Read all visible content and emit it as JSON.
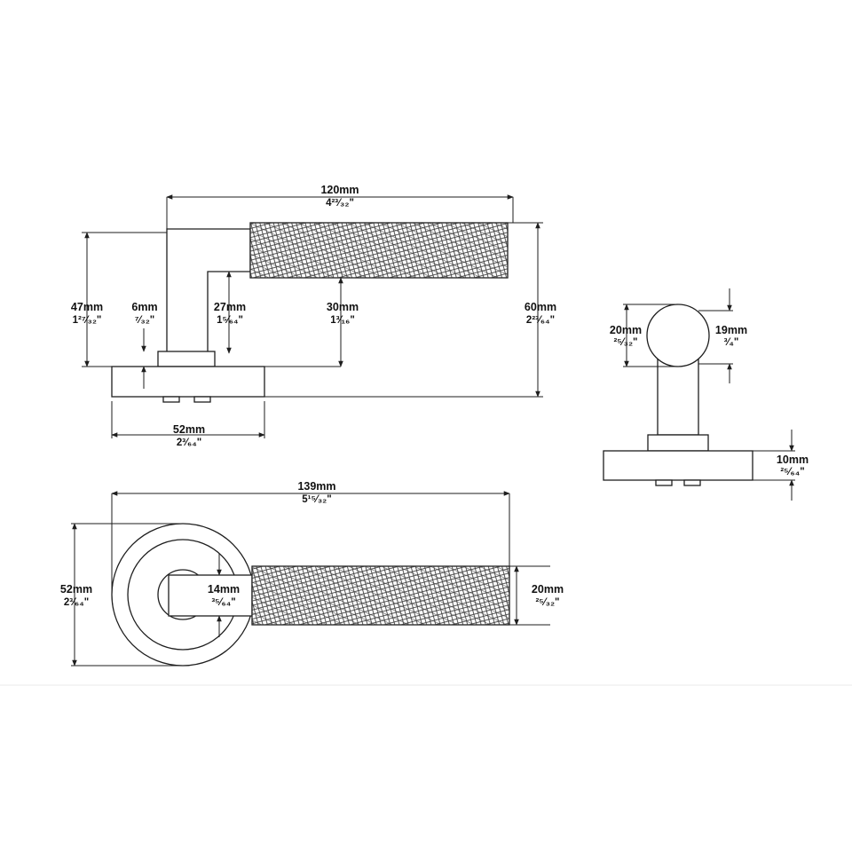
{
  "dimensions": {
    "side_length": {
      "mm": "120mm",
      "inch": "4²³⁄₃₂\""
    },
    "side_height_47": {
      "mm": "47mm",
      "inch": "1²⁷⁄₃₂\""
    },
    "side_6": {
      "mm": "6mm",
      "inch": "⁷⁄₃₂\""
    },
    "side_27": {
      "mm": "27mm",
      "inch": "1⁵⁄₆₄\""
    },
    "side_30": {
      "mm": "30mm",
      "inch": "1³⁄₁₆\""
    },
    "side_height_60": {
      "mm": "60mm",
      "inch": "2²³⁄₆₄\""
    },
    "side_rose_52": {
      "mm": "52mm",
      "inch": "2³⁄₆₄\""
    },
    "end_grip_20": {
      "mm": "20mm",
      "inch": "²⁵⁄₃₂\""
    },
    "end_neck_19": {
      "mm": "19mm",
      "inch": "³⁄₄\""
    },
    "end_rose_10": {
      "mm": "10mm",
      "inch": "²⁵⁄₆₄\""
    },
    "top_length_139": {
      "mm": "139mm",
      "inch": "5¹⁵⁄₃₂\""
    },
    "top_rose_52": {
      "mm": "52mm",
      "inch": "2³⁄₆₄\""
    },
    "top_neck_14": {
      "mm": "14mm",
      "inch": "³⁵⁄₆₄\""
    },
    "top_grip_20": {
      "mm": "20mm",
      "inch": "²⁵⁄₃₂\""
    }
  },
  "colors": {
    "line": "#1e1e1e",
    "knurl": "#333333"
  }
}
